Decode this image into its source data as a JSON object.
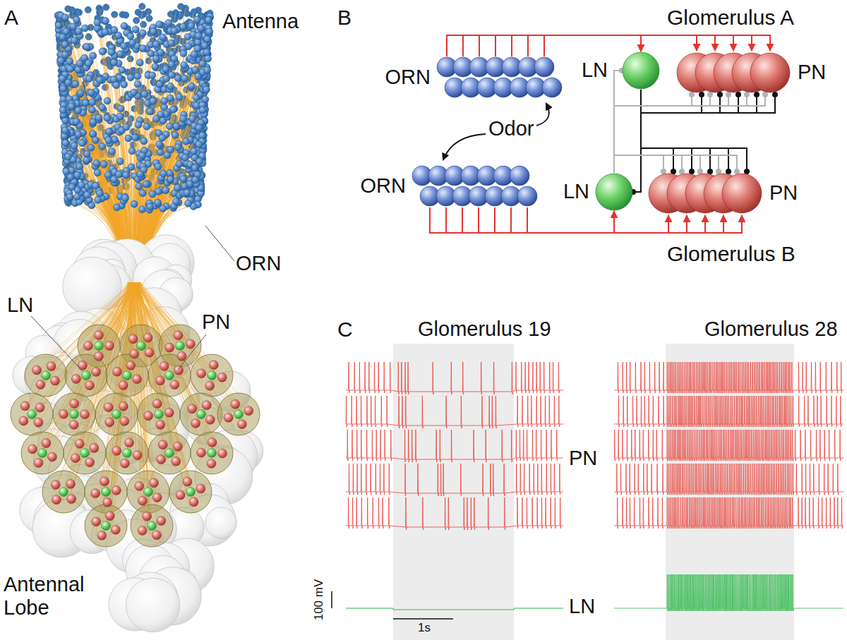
{
  "diagram": {
    "nodes": [
      {
        "text": [
          "ORN"
        ]
      },
      {
        "text": [
          "LN"
        ]
      },
      {
        "text": [
          "PN"
        ]
      },
      {
        "text": [
          "ORN"
        ]
      },
      {
        "text": [
          "LN"
        ]
      },
      {
        "text": [
          "PN"
        ]
      }
    ],
    "edges": [
      {
        "from": 0,
        "to": 1,
        "arrow": "to"
      },
      {
        "from": 0,
        "to": 2,
        "arrow": "to"
      },
      {
        "from": 1,
        "to": 2,
        "arrow": "to"
      },
      {
        "from": 1,
        "to": 5,
        "arrow": "to"
      },
      {
        "from": 1,
        "to": 4,
        "arrow": "to"
      },
      {
        "from": 4,
        "to": 1,
        "arrow": "to"
      },
      {
        "from": 4,
        "to": 2,
        "arrow": "to"
      },
      {
        "from": 4,
        "to": 5,
        "arrow": "to"
      },
      {
        "from": 3,
        "to": 4,
        "arrow": "to"
      },
      {
        "from": 3,
        "to": 5,
        "arrow": "to"
      }
    ],
    "labels": [
      "A",
      "Antenna",
      "ORN",
      "LN",
      "PN",
      "Antennal Lobe",
      "B",
      "Glomerulus A",
      "Odor",
      "Glomerulus B",
      "C",
      "Glomerulus 19",
      "Glomerulus 28",
      "PN",
      "LN",
      "100 mV",
      "1s"
    ]
  }
}
